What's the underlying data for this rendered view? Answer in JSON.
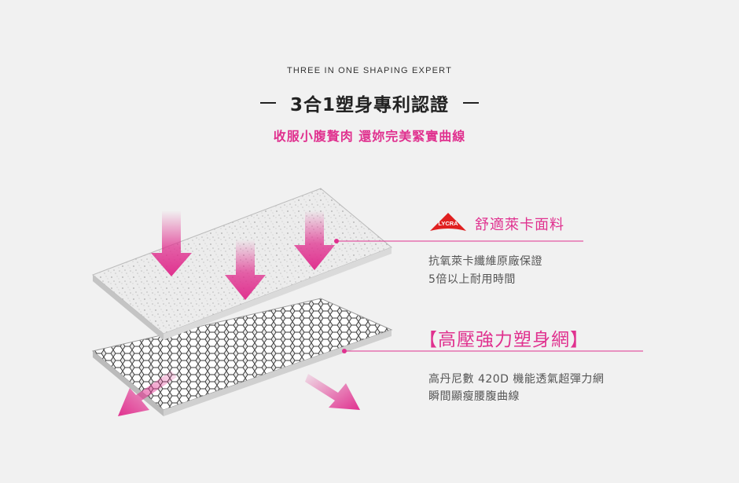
{
  "header": {
    "eyebrow": "THREE IN ONE SHAPING EXPERT",
    "title": "3合1塑身專利認證",
    "subtitle": "收服小腹贅肉 還妳完美緊實曲線"
  },
  "feature_top": {
    "logo_text": "LYCRA",
    "title": "舒適萊卡面料",
    "lines": [
      "抗氧萊卡纖維原廠保證",
      "5倍以上耐用時間"
    ]
  },
  "feature_bottom": {
    "title": "【高壓強力塑身網】",
    "lines": [
      "高丹尼數 420D 機能透氣超彈力網",
      "瞬間顯瘦腰腹曲線"
    ]
  },
  "colors": {
    "accent": "#e0318f",
    "background": "#f1f1f1",
    "text": "#555555"
  }
}
